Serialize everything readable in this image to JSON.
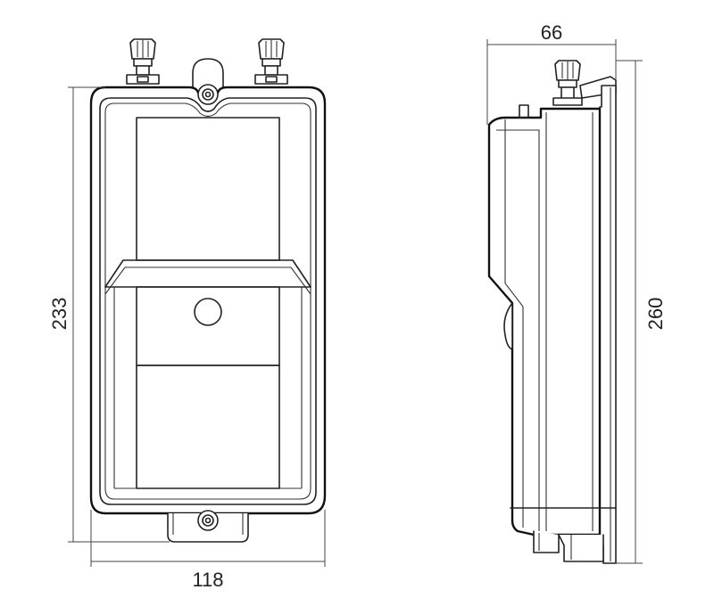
{
  "dimensions": {
    "front_width": "118",
    "front_height": "233",
    "side_width": "66",
    "side_height": "260"
  },
  "colors": {
    "line": "#222222",
    "background": "#ffffff"
  }
}
